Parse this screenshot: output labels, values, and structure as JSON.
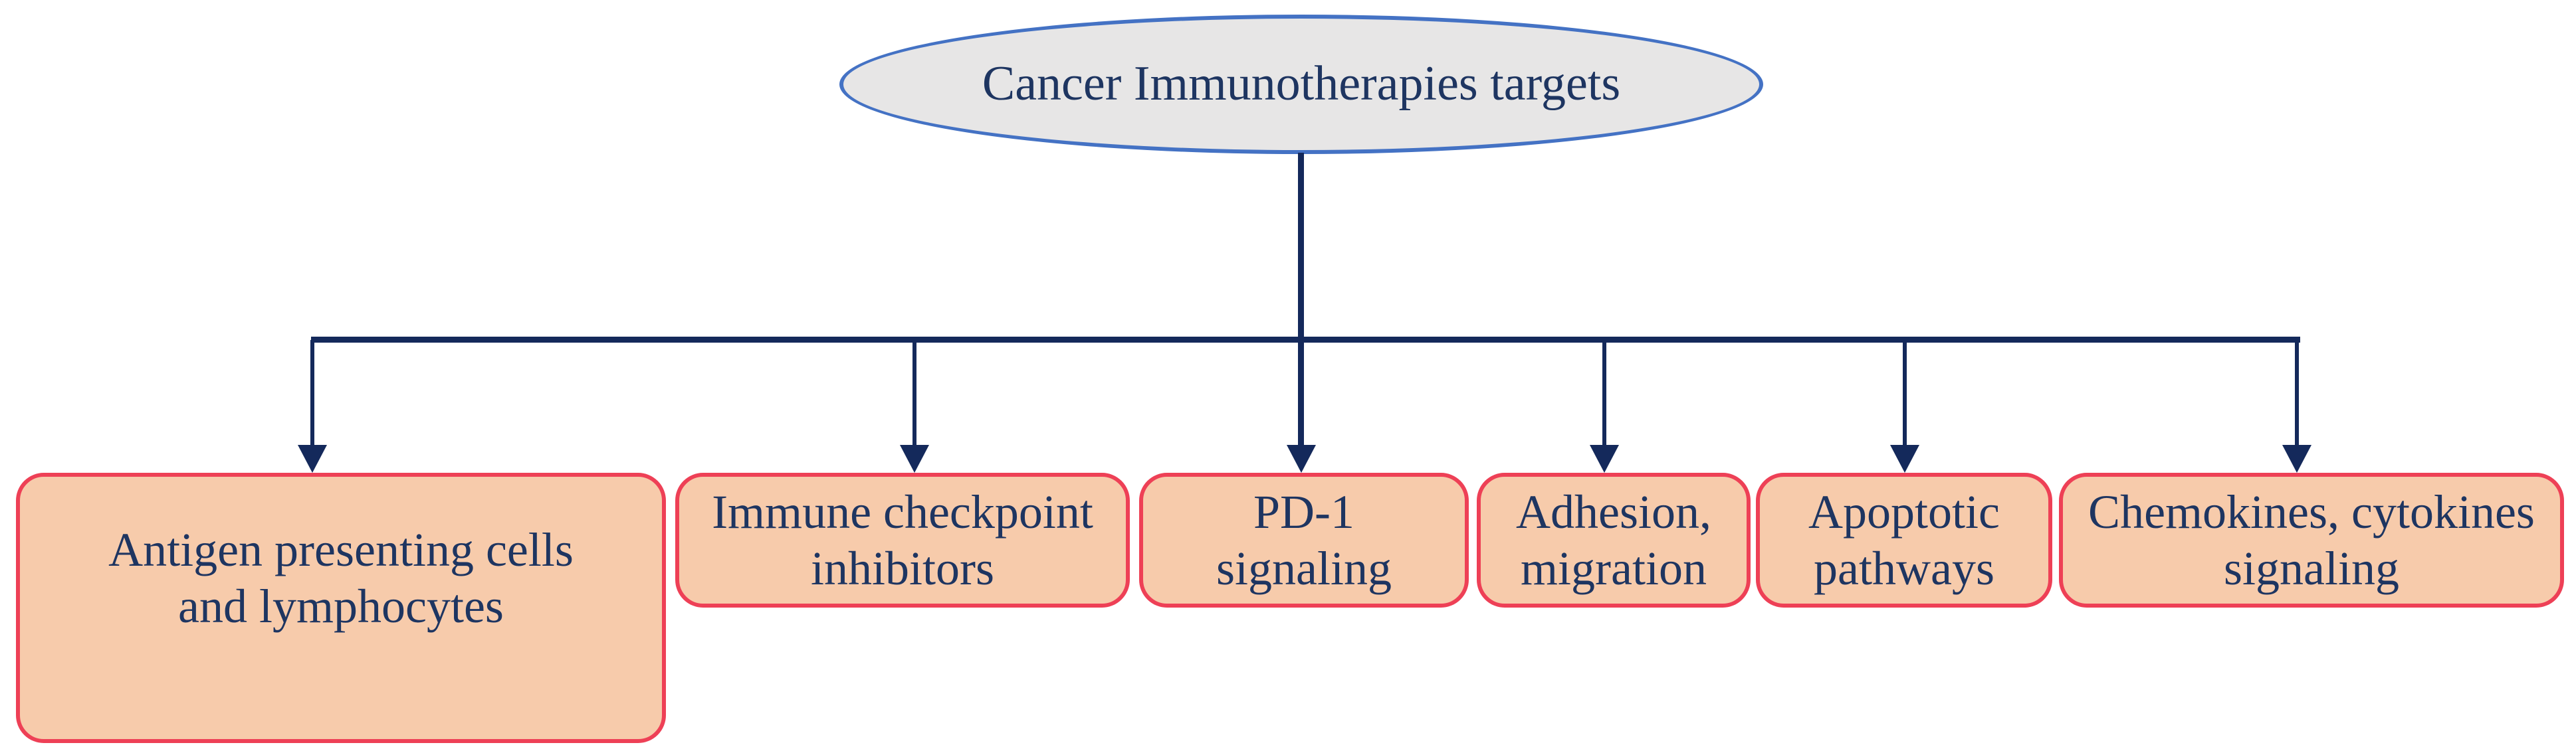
{
  "diagram": {
    "root": {
      "label": "Cancer Immunotherapies targets"
    },
    "targets": [
      {
        "label": "Antigen presenting cells\nand lymphocytes"
      },
      {
        "label": "Immune checkpoint\ninhibitors"
      },
      {
        "label": "PD-1\nsignaling"
      },
      {
        "label": "Adhesion,\nmigration"
      },
      {
        "label": "Apoptotic\npathways"
      },
      {
        "label": "Chemokines, cytokines\nsignaling"
      }
    ]
  },
  "colors": {
    "background": "#FFFFFF",
    "ellipse_fill": "#E7E6E6",
    "ellipse_border": "#4472C4",
    "box_fill": "#F7CBAB",
    "box_border": "#EE4056",
    "connector": "#14295B",
    "text": "#1E3561"
  }
}
